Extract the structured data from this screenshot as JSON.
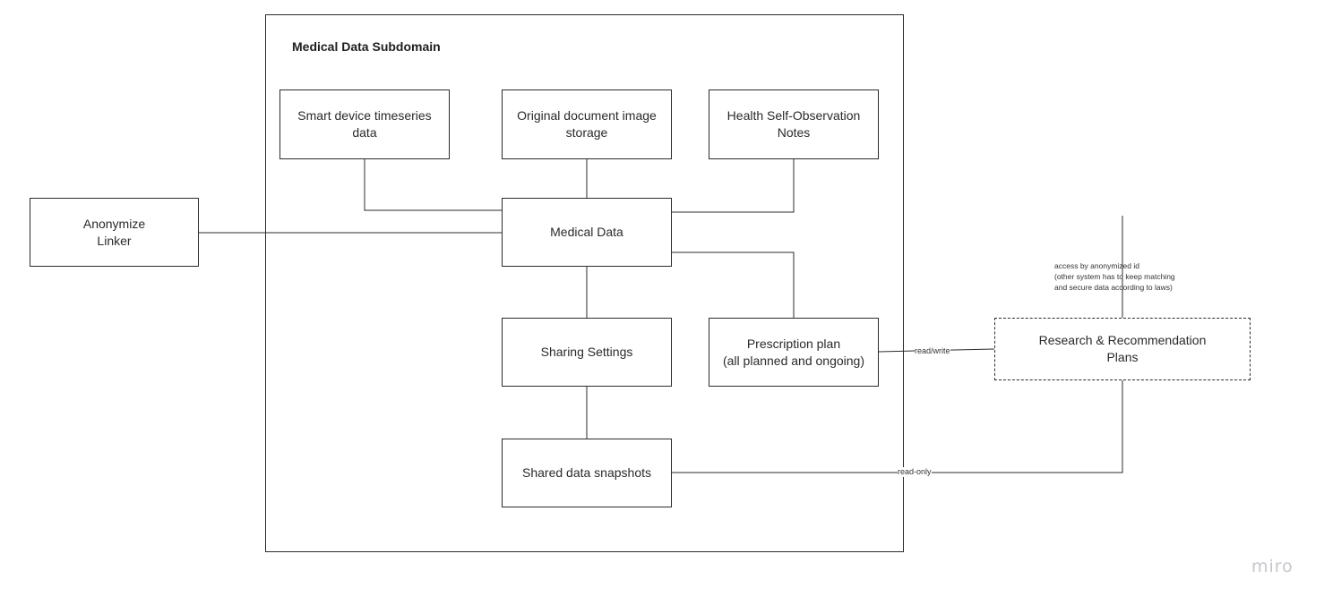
{
  "diagram": {
    "frame_title": "Medical Data Subdomain",
    "nodes": {
      "anonymize_linker": "Anonymize\nLinker",
      "smart_device": "Smart device timeseries\ndata",
      "original_document": "Original document image\nstorage",
      "health_notes": "Health Self-Observation\nNotes",
      "medical_data": "Medical Data",
      "sharing_settings": "Sharing Settings",
      "prescription_plan": "Prescription plan\n(all planned and ongoing)",
      "shared_snapshots": "Shared data snapshots",
      "research_plans": "Research & Recommendation\nPlans"
    },
    "edge_labels": {
      "read_write": "read/write",
      "read_only": "read-only"
    },
    "note": "access by anonymized id\n(other system has to keep matching\nand secure data according to laws)"
  },
  "branding": {
    "watermark": "miro"
  },
  "colors": {
    "line": "#2b2b2b",
    "watermark": "#c6c6cc"
  }
}
